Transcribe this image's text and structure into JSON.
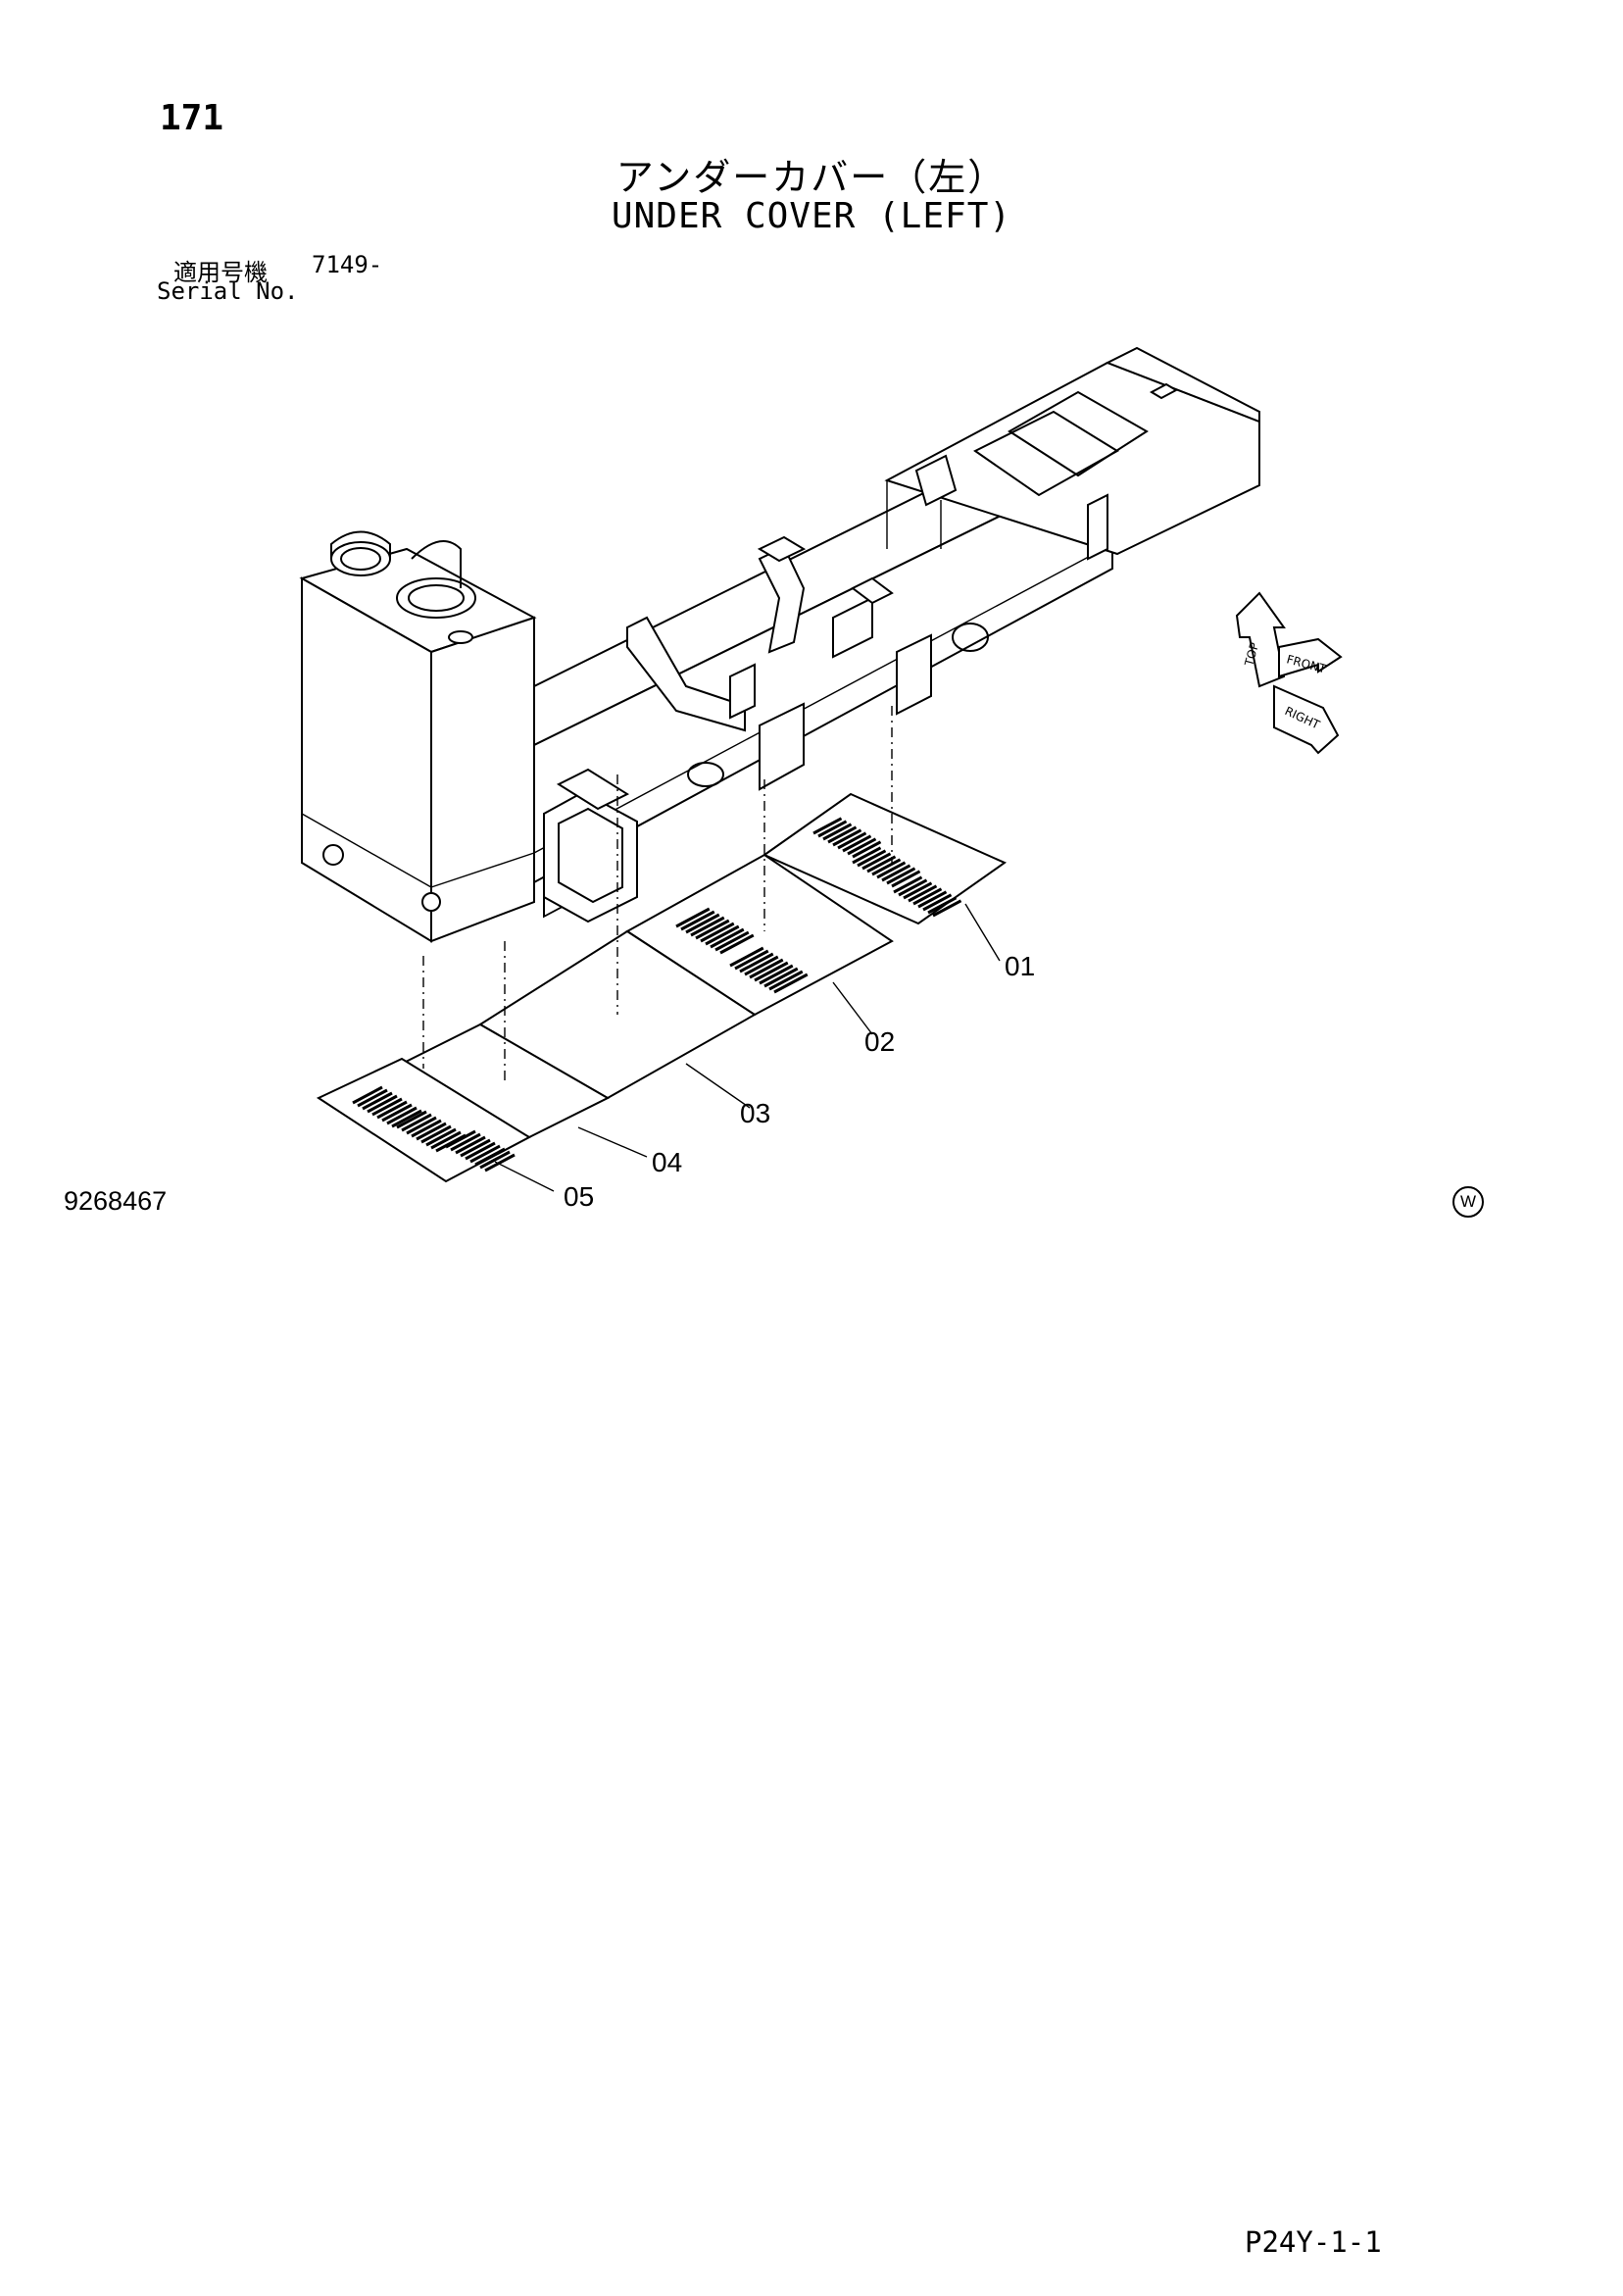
{
  "header": {
    "page_number": "171",
    "title_jp": "アンダーカバー（左）",
    "title_en": "UNDER COVER (LEFT)",
    "serial_label_jp": "適用号機",
    "serial_value": "7149-",
    "serial_label_en": "Serial No."
  },
  "diagram": {
    "orientation_labels": [
      "TOP",
      "FRONT",
      "RIGHT"
    ],
    "callouts": [
      {
        "id": "01",
        "label": "01"
      },
      {
        "id": "02",
        "label": "02"
      },
      {
        "id": "03",
        "label": "03"
      },
      {
        "id": "04",
        "label": "04"
      },
      {
        "id": "05",
        "label": "05"
      }
    ]
  },
  "footer": {
    "drawing_number": "9268467",
    "brand_mark": "W",
    "sheet_id": "P24Y-1-1"
  }
}
